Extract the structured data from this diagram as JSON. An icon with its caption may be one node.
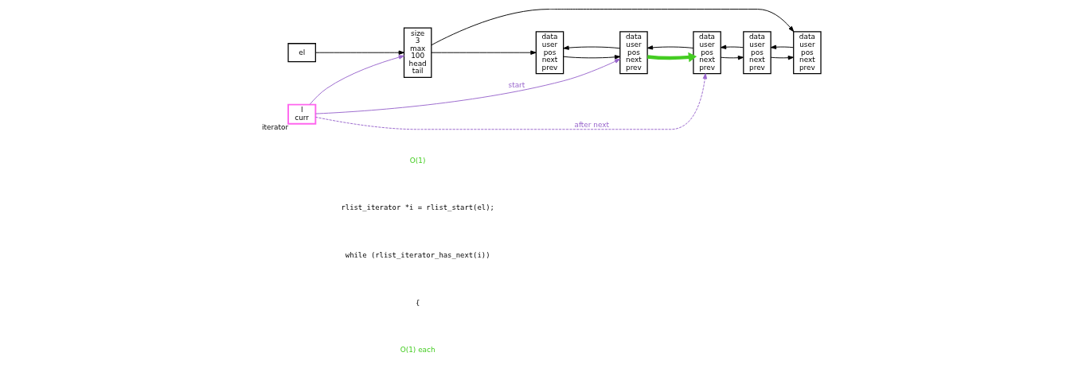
{
  "diagram": {
    "nodes": [
      {
        "text": [
          "size",
          "3",
          "max",
          "100",
          "head",
          "tail"
        ]
      },
      {
        "text": [
          "data",
          "user",
          "pos",
          "next",
          "prev"
        ]
      },
      {
        "text": [
          "data",
          "user",
          "pos",
          "next",
          "prev"
        ]
      },
      {
        "text": [
          "data",
          "user",
          "pos",
          "next",
          "prev"
        ]
      },
      {
        "text": [
          "data",
          "user",
          "pos",
          "next",
          "prev"
        ]
      },
      {
        "text": [
          "data",
          "user",
          "pos",
          "next",
          "prev"
        ]
      },
      {
        "text": [
          "el"
        ]
      },
      {
        "text": [
          "l",
          "curr"
        ],
        "beside": [
          "iterator"
        ]
      }
    ],
    "edges": [
      {
        "from": 0,
        "to": 1,
        "arrow": "to"
      },
      {
        "from": 1,
        "to": 2,
        "arrow": "to"
      },
      {
        "from": 2,
        "to": 3,
        "arrow": "to",
        "color": "#44cc22",
        "style": "thick"
      },
      {
        "from": 3,
        "to": 4,
        "arrow": "to"
      },
      {
        "from": 4,
        "to": 5,
        "arrow": "to"
      },
      {
        "from": 2,
        "to": 1,
        "arrow": "to"
      },
      {
        "from": 3,
        "to": 2,
        "arrow": "to"
      },
      {
        "from": 4,
        "to": 3,
        "arrow": "to"
      },
      {
        "from": 5,
        "to": 4,
        "arrow": "to"
      },
      {
        "from": 0,
        "to": 5,
        "arrow": "to"
      },
      {
        "from": 6,
        "to": 0,
        "arrow": "to"
      },
      {
        "from": 7,
        "to": 0,
        "arrow": "to",
        "color": "#9966cc"
      },
      {
        "from": 7,
        "to": 2,
        "arrow": "to",
        "color": "#9966cc",
        "label": "start"
      },
      {
        "from": 7,
        "to": 3,
        "arrow": "to",
        "color": "#9966cc",
        "style": "dashed",
        "label": "after next"
      }
    ],
    "labels": [
      "O(1)",
      "rlist_iterator *i = rlist_start(el);",
      "while (rlist_iterator_has_next(i))",
      "{",
      "O(1) each"
    ]
  }
}
